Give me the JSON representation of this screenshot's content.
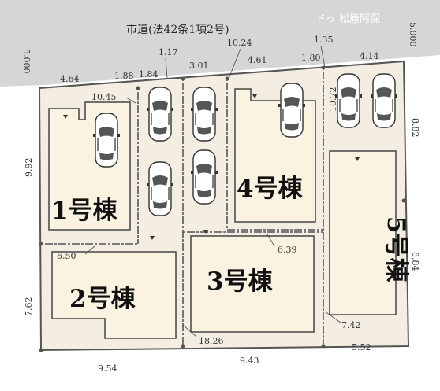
{
  "road": {
    "label": "市道(法42条1項2号)",
    "width_left": "5.000",
    "width_right": "5.000"
  },
  "watermark": "ドゥ 松原阿保",
  "colors": {
    "plot": "#f4ede2",
    "road": "#d6d6d6",
    "boundary": "#555555",
    "building": "#fbf3e1"
  },
  "buildings": [
    "1号棟",
    "2号棟",
    "3号棟",
    "4号棟",
    "5号棟"
  ],
  "dims": {
    "d464": "4.64",
    "d188": "1.88",
    "d184": "1.84",
    "d117": "1.17",
    "d301": "3.01",
    "d1024": "10.24",
    "d461": "4.61",
    "d180": "1.80",
    "d135": "1.35",
    "d414": "4.14",
    "d1045": "10.45",
    "d1072": "10.72",
    "d882": "8.82",
    "d992": "9.92",
    "d650": "6.50",
    "d639": "6.39",
    "d762": "7.62",
    "d884": "8.84",
    "d1826": "18.26",
    "d742": "7.42",
    "d954": "9.54",
    "d943": "9.43",
    "d552": "5.52"
  }
}
